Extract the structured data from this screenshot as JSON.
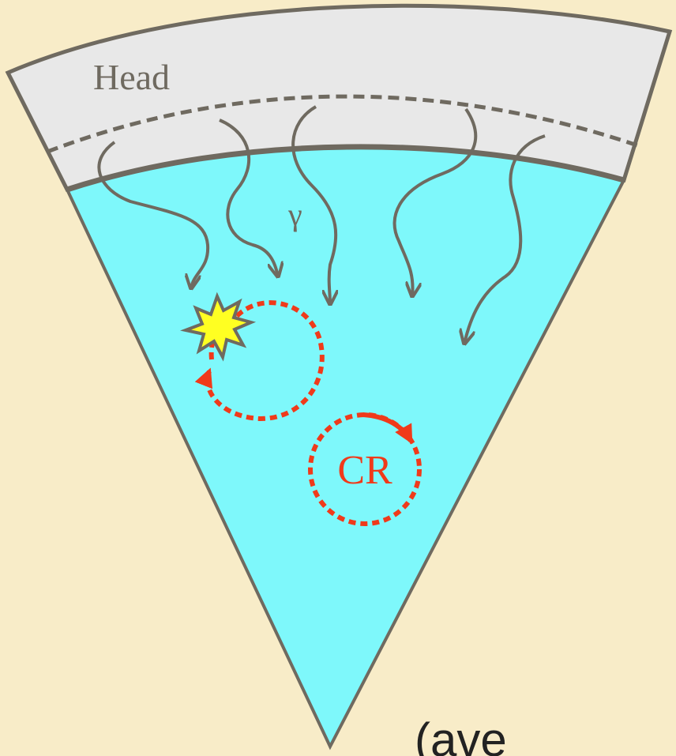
{
  "labels": {
    "head": "Head",
    "gamma": "γ",
    "cr": "CR",
    "footer_fragment": "(ave"
  },
  "colors": {
    "background": "#f8ecc8",
    "head_region": "#e8e8e8",
    "body_region": "#7ef8fb",
    "outline": "#6f6a60",
    "cosmic_ray": "#f03a1a",
    "flash": "#ffff00"
  }
}
